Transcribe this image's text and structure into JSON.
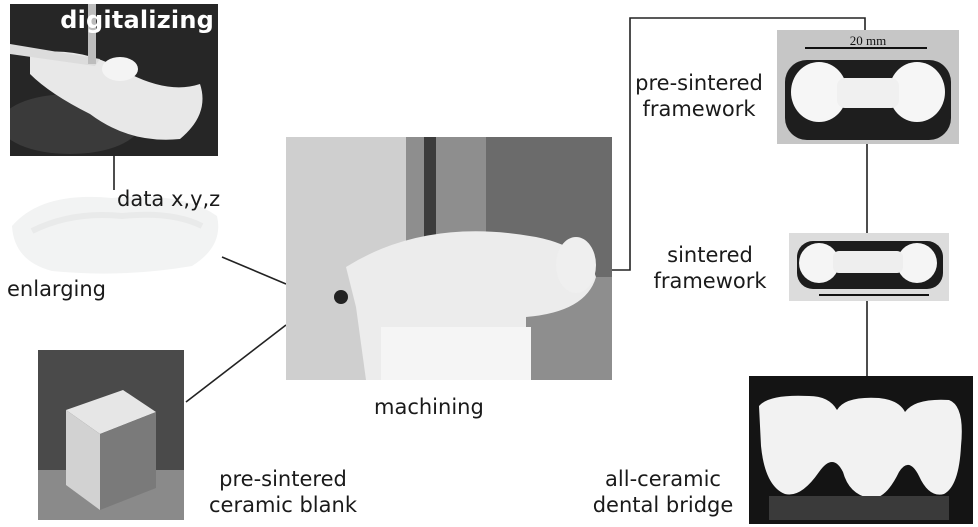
{
  "labels": {
    "digitalizing": "digitalizing",
    "data_xyz": "data x,y,z",
    "enlarging": "enlarging",
    "machining": "machining",
    "blank_line1": "pre-sintered",
    "blank_line2": "ceramic blank",
    "presintered_line1": "pre-sintered",
    "presintered_line2": "framework",
    "sintered_line1": "sintered",
    "sintered_line2": "framework",
    "bridge_line1": "all-ceramic",
    "bridge_line2": "dental bridge",
    "scale_bar": "20 mm"
  }
}
